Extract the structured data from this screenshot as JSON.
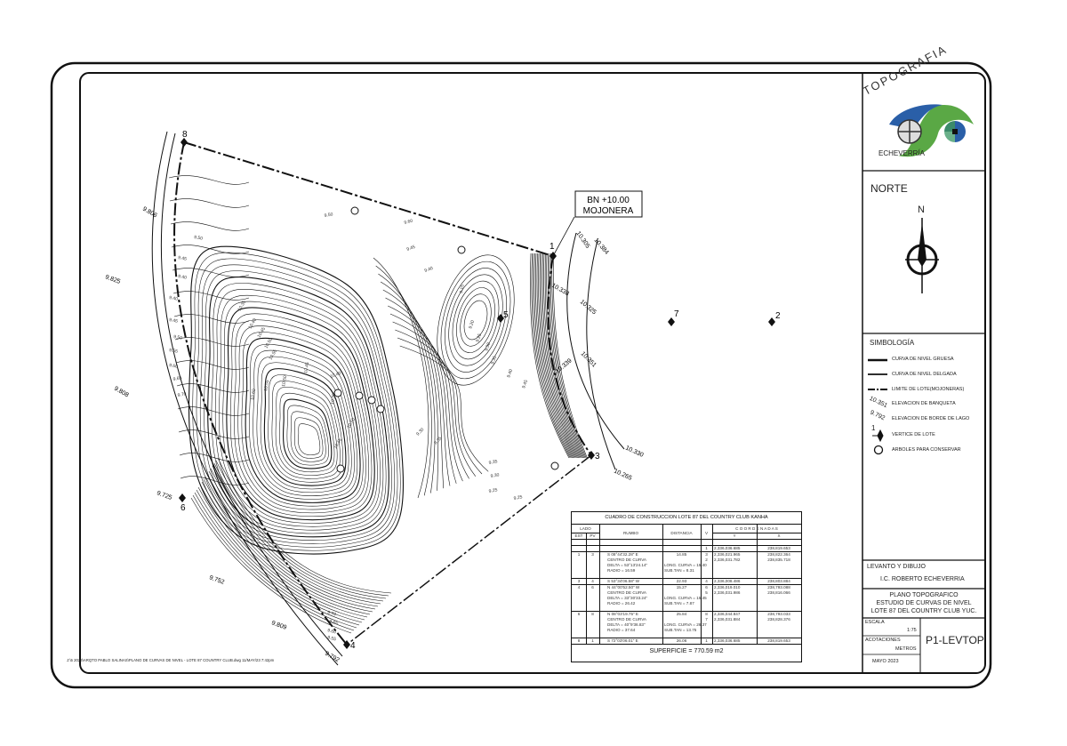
{
  "logo": {
    "text": "TOPOGRAFIA",
    "subtitle": "ECHEVERRÍA",
    "colors": {
      "green": "#5aa845",
      "blue": "#2a5fa8",
      "teal": "#3b8a6a"
    }
  },
  "north": {
    "title": "NORTE",
    "letter": "N"
  },
  "legend": {
    "title": "SIMBOLOGÍA",
    "items": [
      {
        "icon": "thick-line-icon",
        "label": "CURVA DE NIVEL GRUESA"
      },
      {
        "icon": "thin-line-icon",
        "label": "CURVA DE NIVEL DELGADA"
      },
      {
        "icon": "dash-line-icon",
        "label": "LIMITE DE LOTE(MOJONERAS)"
      },
      {
        "icon": "elevation-sample",
        "sample": "10.351",
        "label": "ELEVACION DE BANQUETA"
      },
      {
        "icon": "elevation-sample",
        "sample": "9.792",
        "label": "ELEVACION DE BORDE DE LAGO"
      },
      {
        "icon": "vertex-icon",
        "sample": "1",
        "label": "VERTICE DE LOTE"
      },
      {
        "icon": "tree-circle-icon",
        "label": "ARBOLES PARA CONSERVAR"
      }
    ]
  },
  "credits": {
    "heading": "LEVANTO Y DIBUJO",
    "name": "I.C. ROBERTO ECHEVERRIA"
  },
  "plan_title": {
    "line1": "PLANO TOPOGRAFICO",
    "line2": "ESTUDIO DE CURVAS DE NIVEL",
    "line3": "LOTE 87 DEL COUNTRY CLUB YUC."
  },
  "scale": {
    "label": "ESCALA",
    "value": "1:75"
  },
  "units": {
    "label": "ACOTACIONES",
    "value": "METROS"
  },
  "date": "MAYO 2023",
  "sheet": "P1-LEVTOP",
  "benchmark": {
    "line1": "BN +10.00",
    "line2": "MOJONERA"
  },
  "footer_path": "J:\\5 2023\\ARQTO PABLO SALINAS\\PLANO DE CURVAS DE NIVEL - LOTE 87 COUNTRY CLUB.dwg 11/MAY/23 7:42pm",
  "vertices": [
    "1",
    "2",
    "3",
    "4",
    "5",
    "6",
    "7",
    "8"
  ],
  "elevations": [
    "10.305",
    "10.384",
    "10.338",
    "10.325",
    "10.351",
    "10.339",
    "10.330",
    "10.265",
    "9.792",
    "9.809",
    "9.752",
    "9.725",
    "9.808",
    "9.825",
    "9.806"
  ],
  "contour_labels": [
    "9.50",
    "9.50",
    "9.45",
    "9.40",
    "9.40",
    "9.45",
    "9.50",
    "9.55",
    "9.60",
    "9.65",
    "9.70",
    "9.60",
    "9.45",
    "9.40",
    "9.35",
    "9.30",
    "9.25",
    "9.15",
    "9.20",
    "9.25",
    "9.30",
    "9.35",
    "9.40",
    "9.45",
    "9.35",
    "9.30",
    "9.25",
    "10.35",
    "10.40",
    "10.45",
    "10.50",
    "10.55",
    "10.60",
    "10.55",
    "10.50",
    "10.45",
    "10.40",
    "10.35",
    "10.50",
    "10.45",
    "9.70",
    "9.65",
    "9.60",
    "9.55"
  ],
  "table": {
    "title": "CUADRO DE CONSTRUCCION LOTE 87 DEL COUNTRY CLUB KANHA",
    "headers": {
      "lado": "LADO",
      "est": "EST",
      "pv": "PV",
      "rumbo": "RUMBO",
      "distancia": "DISTANCIA",
      "v": "V",
      "coordenadas": "C O O R D E N A D A S",
      "y": "Y",
      "x": "X"
    },
    "rows": [
      {
        "est": "",
        "pv": "",
        "rumbo": "",
        "distancia": "",
        "extra": "",
        "v": "1",
        "y": "2,336,036.685",
        "x": "238,819.653"
      },
      {
        "est": "1",
        "pv": "3",
        "rumbo": "S 08°44'32.28\" E\nCENTRO DE CURVA\nDELTA = 53°13'24.14\"\nRADIO = 16.59",
        "distancia": "14.85",
        "extra": "LONG. CURVA = 15.40\nSUB.TAN = 8.31",
        "v": "3\n2",
        "y": "2,336,021.965\n2,336,031.782",
        "x": "238,822.364\n238,835.718"
      },
      {
        "est": "3",
        "pv": "4",
        "rumbo": "S 53°34'06.58\" W",
        "distancia": "22.93",
        "extra": "",
        "v": "4",
        "y": "2,336,008.486",
        "x": "238,803.884"
      },
      {
        "est": "4",
        "pv": "6",
        "rumbo": "N 44°00'52.50\" W\nCENTRO DE CURVA\nDELTA = 33°30'33.24\"\nRADIO = 26.42",
        "distancia": "15.27",
        "extra": "LONG. CURVA = 15.45\nSUB.TAN = 7.87",
        "v": "6\n5",
        "y": "2,336,019.010\n2,336,031.986",
        "x": "238,793.088\n238,816.066"
      },
      {
        "est": "6",
        "pv": "8",
        "rumbo": "N 08°03'19.75\" E\nCENTRO DE CURVA\nDELTA = 40°9'36.83\"\nRADIO = 37.64",
        "distancia": "25.84",
        "extra": "LONG. CURVA = 26.37\nSUB.TAN = 13.75",
        "v": "8\n7",
        "y": "2,336,044.847\n2,336,031.884",
        "x": "238,793.033\n238,828.376"
      },
      {
        "est": "8",
        "pv": "1",
        "rumbo": "S 72°03'06.01\" E",
        "distancia": "26.06",
        "extra": "",
        "v": "1",
        "y": "2,336,036.685",
        "x": "238,819.653"
      }
    ],
    "area": "SUPERFICIE = 770.59 m2"
  }
}
